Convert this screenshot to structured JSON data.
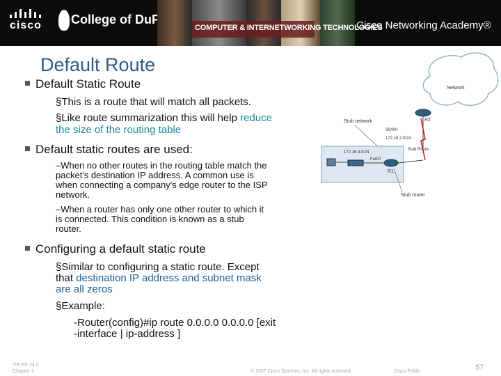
{
  "banner": {
    "cisco_logo": "cisco",
    "college_logo": "College of DuPage",
    "program": "COMPUTER & INTERNETWORKING TECHNOLOGIES",
    "academy": "Cisco Networking Academy®"
  },
  "slide": {
    "title": "Default Route",
    "bullet1": {
      "text": "Default Static Route",
      "subs": [
        "This is a route that will match all packets.",
        "Like route summarization this will help",
        "reduce",
        "the size of the routing table"
      ]
    },
    "bullet2": {
      "text": "Default static routes are used:",
      "sub1_lines": [
        "–When no other routes in the routing table match the",
        "packet's destination IP address. A common use is",
        "when connecting a company's edge router to the ISP",
        "network."
      ],
      "sub2_lines": [
        "–When a router has only one other router to which it",
        "is connected. This condition is known as a stub",
        "router."
      ]
    },
    "bullet3": {
      "text": "Configuring a default static route",
      "sub1_a": "Similar to configuring a static route.  Except",
      "sub1_b": "that",
      "sub1_c": "destination IP address and subnet mask",
      "sub1_d": "are all zeros",
      "example": "Example:",
      "cmd1": "-Router(config)#ip route 0.0.0.0 0.0.0.0 [exit",
      "cmd2": "-interface | ip-address ]"
    }
  },
  "diagram": {
    "network": "Network",
    "stub_network": "Stub network",
    "r2": "R2",
    "r1": "R1",
    "labels": [
      "Stub network",
      "172.16.3.0/24",
      "Fa0/0",
      "S0/0/0",
      "172.16.2.0/24",
      "Stub Route",
      "Stub router",
      "Network"
    ]
  },
  "footer": {
    "left1": "ITE PC v4.0",
    "left2": "Chapter 1",
    "copyright": "© 2007 Cisco Systems, Inc. All rights reserved.",
    "classification": "Cisco Public",
    "page": "57"
  }
}
